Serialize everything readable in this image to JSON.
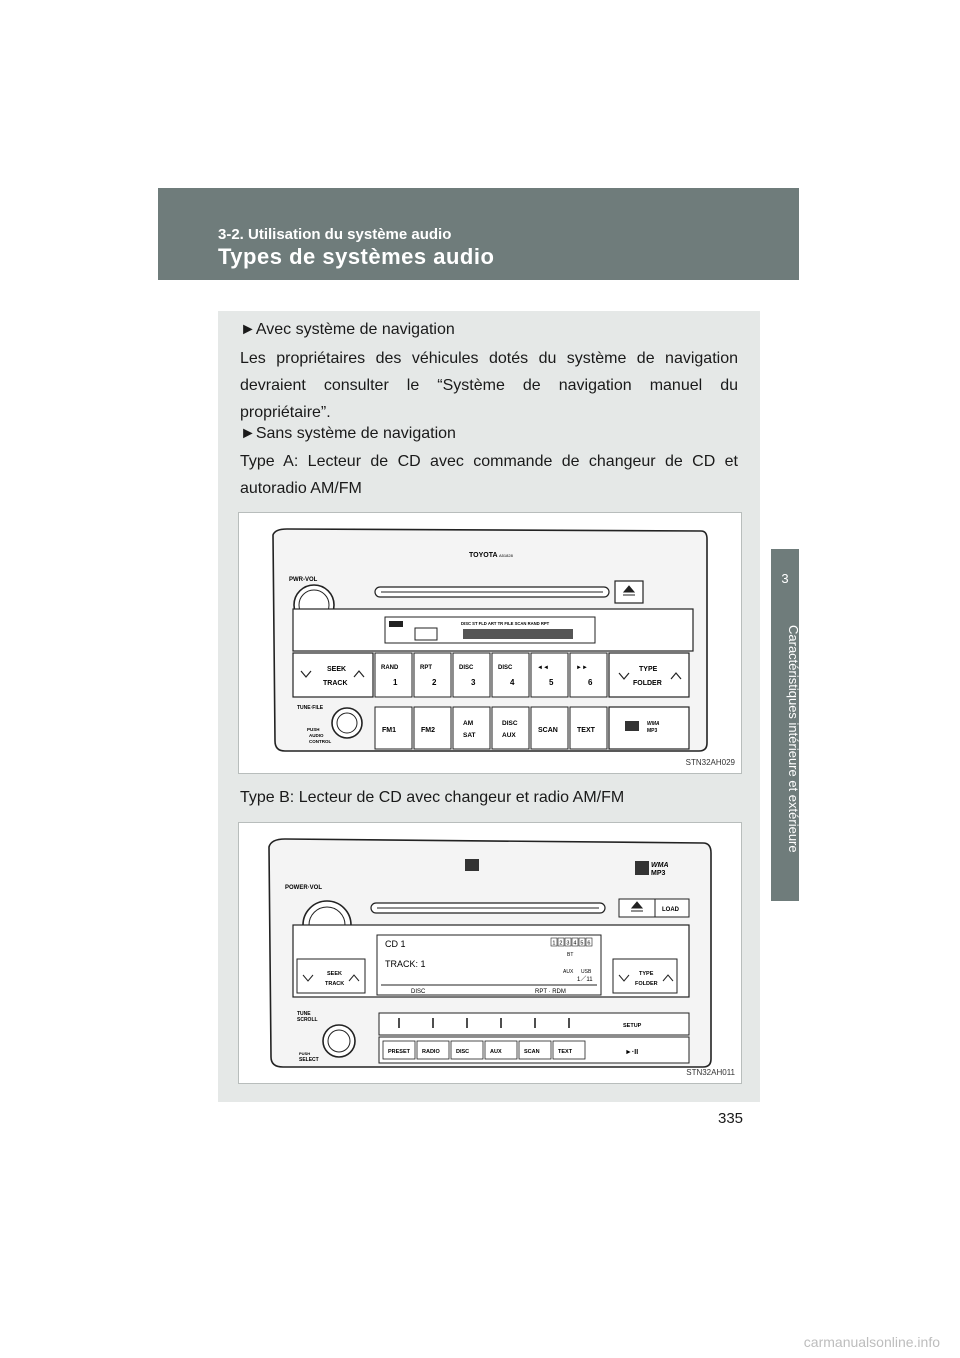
{
  "header": {
    "section": "3-2. Utilisation du système audio",
    "title": "Types de systèmes audio"
  },
  "sidebar": {
    "chapter_number": "3",
    "chapter_title": "Caractéristiques intérieure et extérieure"
  },
  "content": {
    "bullet_nav": "►Avec système de navigation",
    "para_nav": "Les propriétaires des véhicules dotés du système de navigation devraient consulter le “Système de navigation manuel du propriétaire”.",
    "bullet_no_nav": "►Sans système de navigation",
    "para_type_a": "Type A: Lecteur de CD avec commande de changeur de CD et autoradio AM/FM",
    "para_type_b": "Type B: Lecteur de CD avec changeur et radio AM/FM"
  },
  "figure_a": {
    "code": "STN32AH029",
    "brand": "TOYOTA",
    "model": "A51828",
    "pwr_vol": "PWR-VOL",
    "tune_file": "TUNE·FILE",
    "push": "PUSH",
    "audio": "AUDIO",
    "control": "CONTROL",
    "seek": "SEEK",
    "track": "TRACK",
    "type": "TYPE",
    "folder": "FOLDER",
    "buttons_top": [
      {
        "label": "RAND",
        "num": "1"
      },
      {
        "label": "RPT",
        "num": "2"
      },
      {
        "label": "DISC",
        "num": "3"
      },
      {
        "label": "DISC",
        "num": "4"
      },
      {
        "label": "◄◄",
        "num": "5"
      },
      {
        "label": "►►",
        "num": "6"
      }
    ],
    "buttons_bottom": [
      "FM1",
      "FM2",
      "AM",
      "SAT",
      "DISC",
      "AUX",
      "SCAN",
      "TEXT"
    ],
    "display_indicators": "DISC ST FLD ART TR FILE SCAN RAND RPT",
    "wma": "WMA",
    "mp3": "MP3"
  },
  "figure_b": {
    "code": "STN32AH011",
    "power_vol": "POWER·VOL",
    "load": "LOAD",
    "display_cd": "CD 1",
    "display_track": "TRACK:  1",
    "display_counter": "1／11",
    "display_disc": "DISC",
    "display_rpt": "RPT  ·  RDM",
    "disc_slots": [
      "1",
      "2",
      "3",
      "4",
      "5",
      "6"
    ],
    "bt": "BT",
    "aux": "AUX",
    "usb": "USB",
    "seek": "SEEK",
    "track": "TRACK",
    "type": "TYPE",
    "folder": "FOLDER",
    "tune": "TUNE",
    "scroll": "SCROLL",
    "push": "PUSH",
    "select": "SELECT",
    "setup": "SETUP",
    "play_pause": "►·II",
    "buttons": [
      "PRESET",
      "RADIO",
      "DISC",
      "AUX",
      "SCAN",
      "TEXT"
    ],
    "wma": "WMA",
    "mp3": "MP3"
  },
  "page_number": "335",
  "watermark": "carmanualsonline.info"
}
